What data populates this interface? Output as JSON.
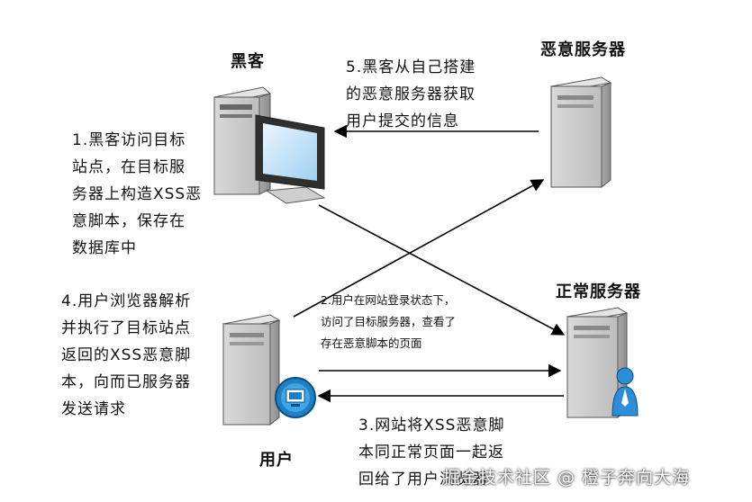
{
  "labels": {
    "hacker": "黑客",
    "malicious_server": "恶意服务器",
    "normal_server": "正常服务器",
    "user": "用户"
  },
  "steps": {
    "step1": "1.黑客访问目标\n站点，在目标服\n务器上构造XSS恶\n意脚本，保存在\n数据库中",
    "step2": "2.用户在网站登录状态下，\n访问了目标服务器，查看了\n存在恶意脚本的页面",
    "step3": "3.网站将XSS恶意脚\n本同正常页面一起返\n回给了用户浏览器",
    "step4": "4.用户浏览器解析\n并执行了目标站点\n返回的XSS恶意脚\n本，向而已服务器\n发送请求",
    "step5": "5.黑客从自己搭建\n的恶意服务器获取\n用户提交的信息"
  },
  "watermark": "掘金技术社区 @ 橙子奔向大海",
  "icons": [
    "server-icon",
    "monitor-icon",
    "globe-icon",
    "person-icon"
  ]
}
